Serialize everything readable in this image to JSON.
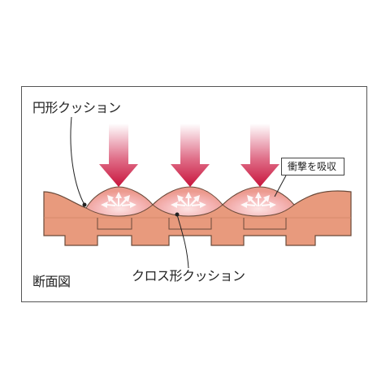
{
  "labels": {
    "round_cushion": "円形クッション",
    "cross_cushion": "クロス形クッション",
    "section_view": "断面図",
    "shock_absorb": "衝撃を吸収"
  },
  "colors": {
    "mat_fill": "#e89a7d",
    "mat_stroke": "#6a4a3a",
    "arrow_dark": "#c8143c",
    "arrow_light": "#ffffff",
    "dome_fill": "#f3b3b0",
    "frame": "#555555"
  }
}
